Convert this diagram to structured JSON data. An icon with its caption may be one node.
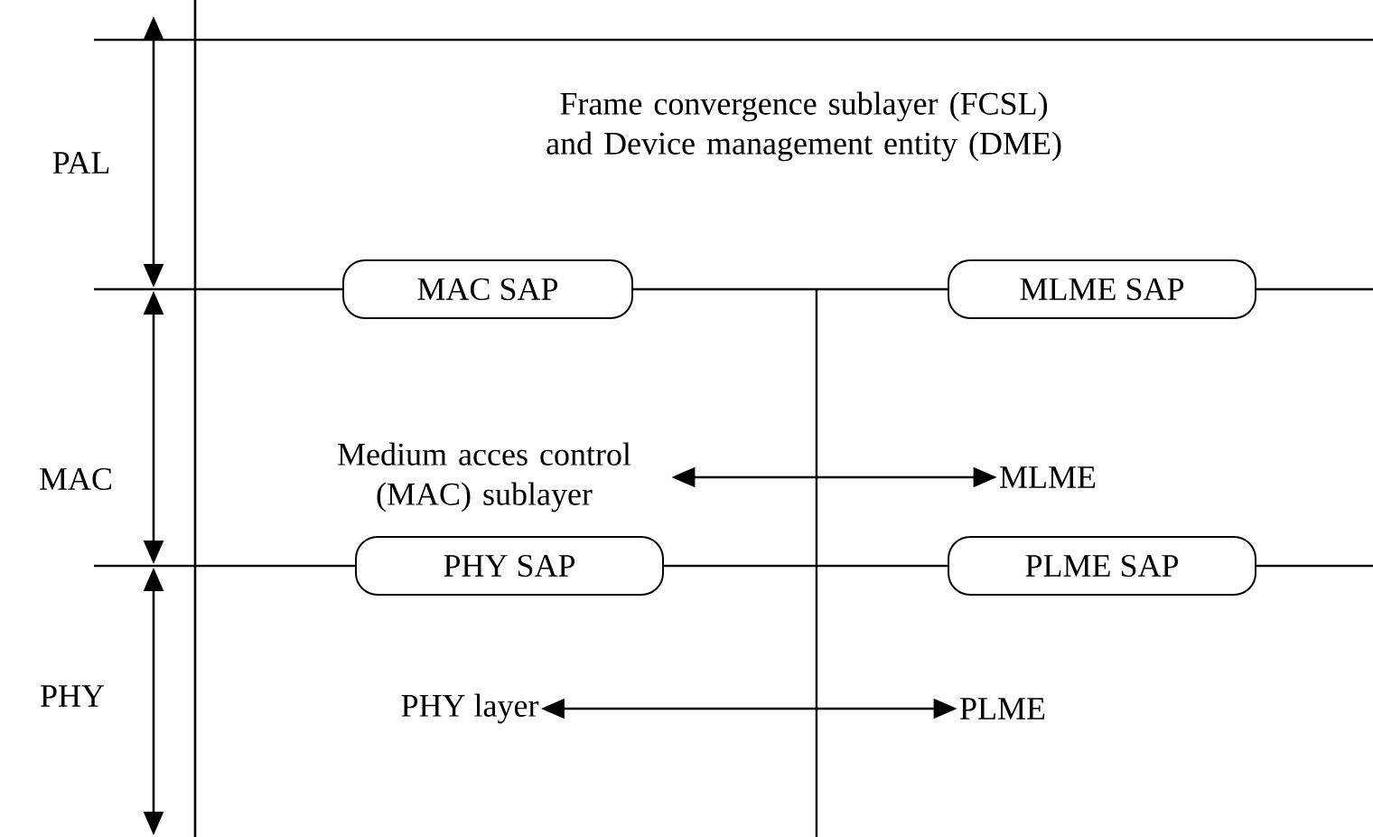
{
  "diagram": {
    "nodes": [
      {
        "text": [
          "Frame convergence sublayer (FCSL) and Device management entity (DME)"
        ]
      },
      {
        "text": [
          "MAC SAP"
        ]
      },
      {
        "text": [
          "MLME SAP"
        ]
      },
      {
        "text": [
          "Medium acces control (MAC) sublayer"
        ]
      },
      {
        "text": [
          "MLME"
        ]
      },
      {
        "text": [
          "PHY SAP"
        ]
      },
      {
        "text": [
          "PLME SAP"
        ]
      },
      {
        "text": [
          "PHY layer"
        ]
      },
      {
        "text": [
          "PLME"
        ]
      }
    ],
    "edges": [
      {
        "from": 3,
        "to": 4,
        "arrow": "both"
      },
      {
        "from": 7,
        "to": 8,
        "arrow": "both"
      }
    ],
    "labels": [
      "PAL",
      "MAC",
      "PHY"
    ]
  }
}
